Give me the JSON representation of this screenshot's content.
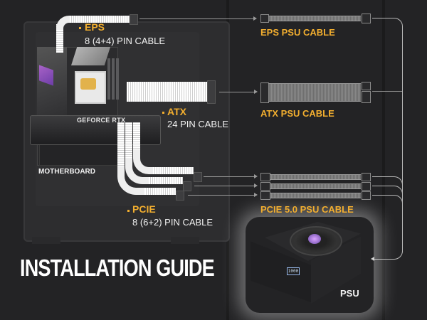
{
  "title": "INSTALLATION GUIDE",
  "colors": {
    "background": "#232325",
    "accent": "#f2ae2f",
    "text": "#ffffff",
    "connector_line": "#9a9a9a"
  },
  "components": {
    "motherboard_label": "MOTHERBOARD",
    "gpu_label": "GEFORCE RTX",
    "psu_label": "PSU",
    "psu_display": "1000"
  },
  "cables": [
    {
      "id": "eps",
      "name": "EPS",
      "spec": "8 (4+4) PIN CABLE",
      "psu_cable": "EPS PSU CABLE",
      "count": 1
    },
    {
      "id": "atx",
      "name": "ATX",
      "spec": "24 PIN CABLE",
      "psu_cable": "ATX PSU CABLE",
      "count": 1
    },
    {
      "id": "pcie",
      "name": "PCIE",
      "spec": "8 (6+2) PIN CABLE",
      "psu_cable": "PCIE 5.0 PSU CABLE",
      "count": 3
    }
  ]
}
